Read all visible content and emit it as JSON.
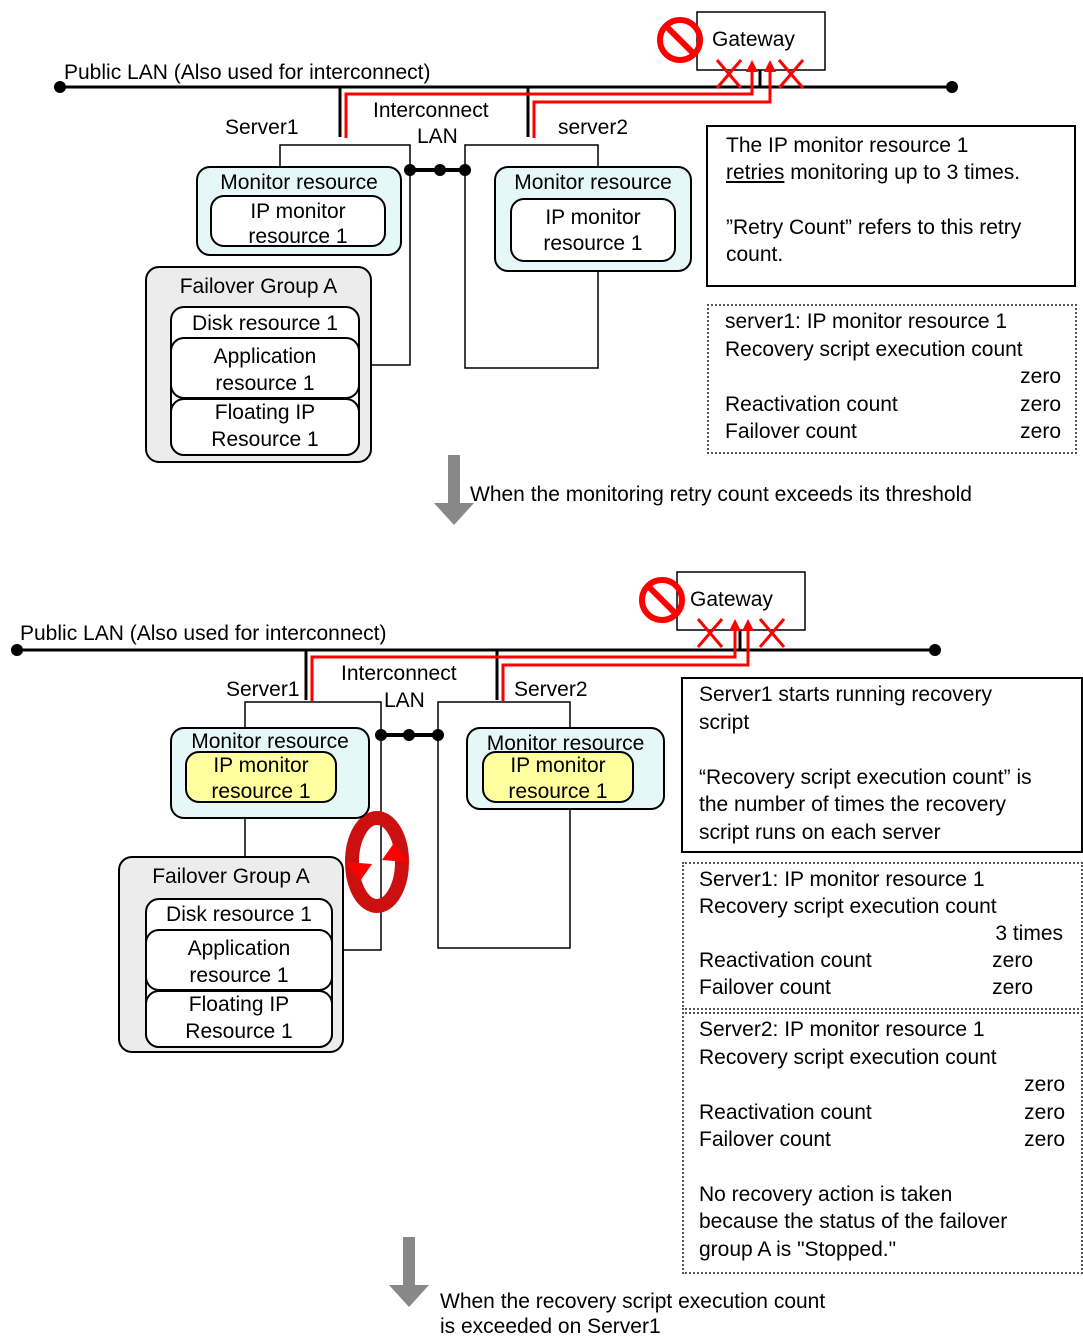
{
  "colors": {
    "red": "#ff0000",
    "monitor_bg": "#e6f7f8",
    "group_bg": "#ececec",
    "highlight_bg": "#ffffa0",
    "arrow_gray": "#888888"
  },
  "icons": [
    "no-entry-icon",
    "x-mark-icon",
    "down-arrow-icon",
    "cycle-arrow-icon"
  ],
  "panel1": {
    "gateway": "Gateway",
    "public_lan": "Public LAN (Also used for interconnect)",
    "interconnect": "Interconnect",
    "lan": "LAN",
    "server1": "Server1",
    "server2": "server2",
    "monitor1_title": "Monitor resource",
    "monitor1_ip_line1": "IP monitor",
    "monitor1_ip_line2": "resource 1",
    "monitor2_title": "Monitor resource",
    "monitor2_ip_line1": "IP monitor",
    "monitor2_ip_line2": "resource 1",
    "group_title": "Failover Group A",
    "disk": "Disk resource 1",
    "app_line1": "Application",
    "app_line2": "resource 1",
    "fip_line1": "Floating IP",
    "fip_line2": "Resource 1",
    "note_line1": "The IP monitor resource 1",
    "note_retries": "retries",
    "note_line2_rest": " monitoring up to 3 times.",
    "note_line3": "”Retry Count” refers to this retry",
    "note_line4": "count.",
    "status_title": "server1: IP monitor resource 1",
    "status_recovery_label": "Recovery script execution count",
    "status_recovery_value": "zero",
    "status_reactivation_label": "Reactivation count",
    "status_reactivation_value": "zero",
    "status_failover_label": "Failover count",
    "status_failover_value": "zero"
  },
  "transition1": "When the monitoring retry count exceeds its threshold",
  "panel2": {
    "gateway": "Gateway",
    "public_lan": "Public LAN (Also used for interconnect)",
    "interconnect": "Interconnect",
    "lan": "LAN",
    "server1": "Server1",
    "server2": "Server2",
    "monitor1_title": "Monitor resource",
    "monitor1_ip_line1": "IP monitor",
    "monitor1_ip_line2": "resource 1",
    "monitor2_title": "Monitor resource",
    "monitor2_ip_line1": "IP monitor",
    "monitor2_ip_line2": "resource 1",
    "group_title": "Failover Group A",
    "disk": "Disk resource 1",
    "app_line1": "Application",
    "app_line2": "resource 1",
    "fip_line1": "Floating IP",
    "fip_line2": "Resource 1",
    "note_line1": "Server1 starts running recovery",
    "note_line2": "script",
    "note_line3": "“Recovery script execution count” is",
    "note_line4": "the number of times the recovery",
    "note_line5": "script runs on each server",
    "status1_title": "Server1: IP monitor resource 1",
    "status1_recovery_label": "Recovery script execution count",
    "status1_recovery_value": "3 times",
    "status1_reactivation_label": "Reactivation count",
    "status1_reactivation_value": "zero",
    "status1_failover_label": "Failover count",
    "status1_failover_value": "zero",
    "status2_title": "Server2:  IP monitor resource 1",
    "status2_recovery_label": "Recovery script execution count",
    "status2_recovery_value": "zero",
    "status2_reactivation_label": "Reactivation count",
    "status2_reactivation_value": "zero",
    "status2_failover_label": "Failover count",
    "status2_failover_value": "zero",
    "status2_note_line1": "No recovery action is taken",
    "status2_note_line2": "because the status of the failover",
    "status2_note_line3": "group A is \"Stopped.\""
  },
  "transition2_line1": "When the recovery script execution count",
  "transition2_line2": "is exceeded on Server1"
}
